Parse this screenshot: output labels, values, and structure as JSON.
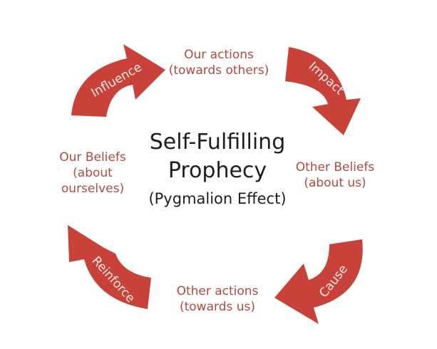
{
  "colors": {
    "arrow": "#c8423a",
    "node_text": "#b04a40",
    "title_text": "#1e1e1e"
  },
  "title": {
    "line1": "Self-Fulfilling",
    "line2": "Prophecy",
    "subtitle": "(Pygmalion Effect)"
  },
  "nodes": {
    "our_actions": [
      "Our actions",
      "(towards others)"
    ],
    "other_beliefs": [
      "Other Beliefs",
      "(about us)"
    ],
    "other_actions": [
      "Other actions",
      "(towards us)"
    ],
    "our_beliefs": [
      "Our Beliefs",
      "(about",
      "ourselves)"
    ]
  },
  "arrows": {
    "influence": "Influence",
    "impact": "Impact",
    "cause": "Cause",
    "reinforce": "Reinforce"
  }
}
